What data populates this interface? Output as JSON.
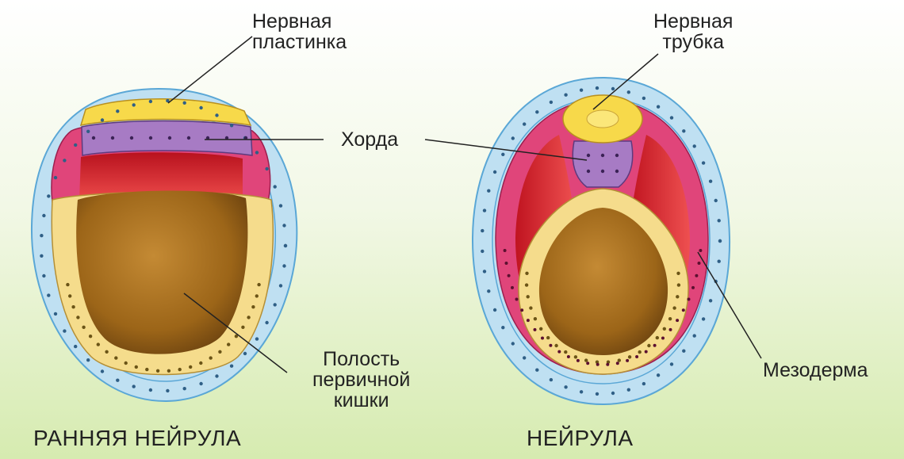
{
  "labels": {
    "neural_plate": [
      "Нервная",
      "пластинка"
    ],
    "neural_tube": [
      "Нервная",
      "трубка"
    ],
    "chord": "Хорда",
    "gut_cavity": [
      "Полость",
      "первичной",
      "кишки"
    ],
    "mesoderm": "Мезодерма"
  },
  "captions": {
    "early_neurula": "РАННЯЯ НЕЙРУЛА",
    "neurula": "НЕЙРУЛА"
  },
  "colors": {
    "ectoderm": "#bfe0f2",
    "endoderm": "#f5dc8c",
    "neural": "#f7d94a",
    "chord": "#a77bc4",
    "mesoderm": "#e0457a",
    "secondary_cavity": "#d8323c",
    "gut_cavity": "#a26c1e",
    "background_bottom": "#d6ebb0"
  }
}
